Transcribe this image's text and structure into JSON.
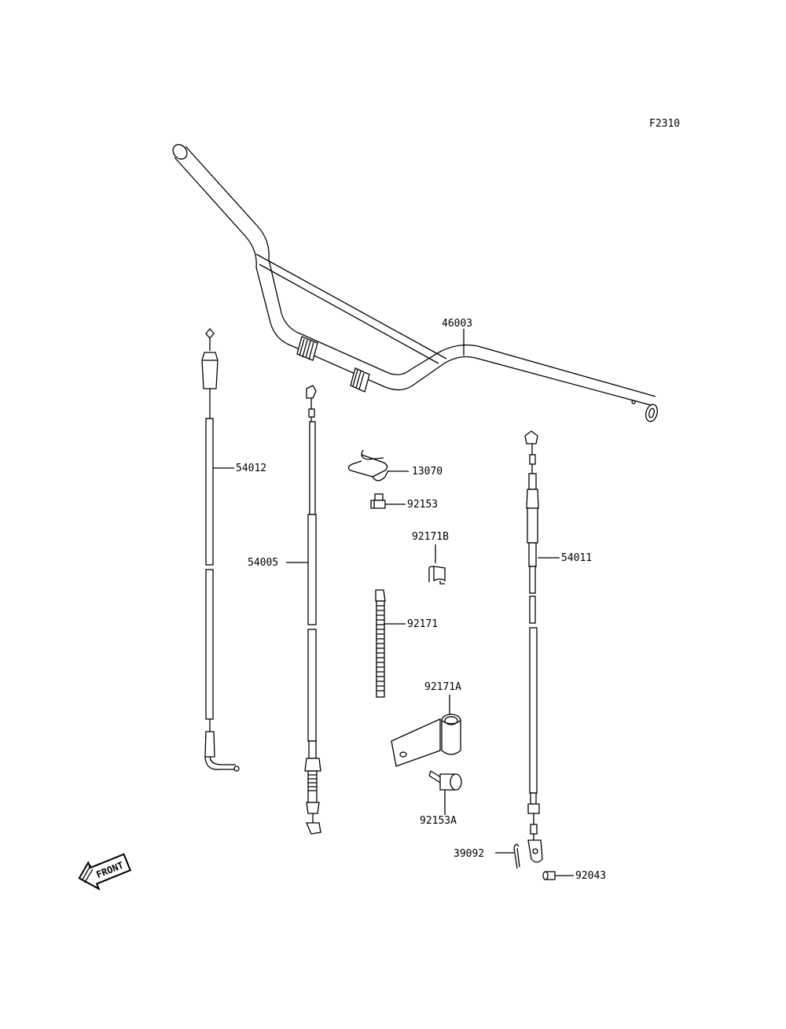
{
  "diagram": {
    "code": "F2310",
    "parts": {
      "handlebar": "46003",
      "cable_left": "54012",
      "cable_middle": "54005",
      "cable_right": "54011",
      "holder": "13070",
      "bolt_small": "92153",
      "clamp_b": "92171B",
      "band": "92171",
      "clamp_a": "92171A",
      "bolt_a": "92153A",
      "cotter_pin": "39092",
      "pin": "92043"
    },
    "front_arrow": "FRONT"
  }
}
